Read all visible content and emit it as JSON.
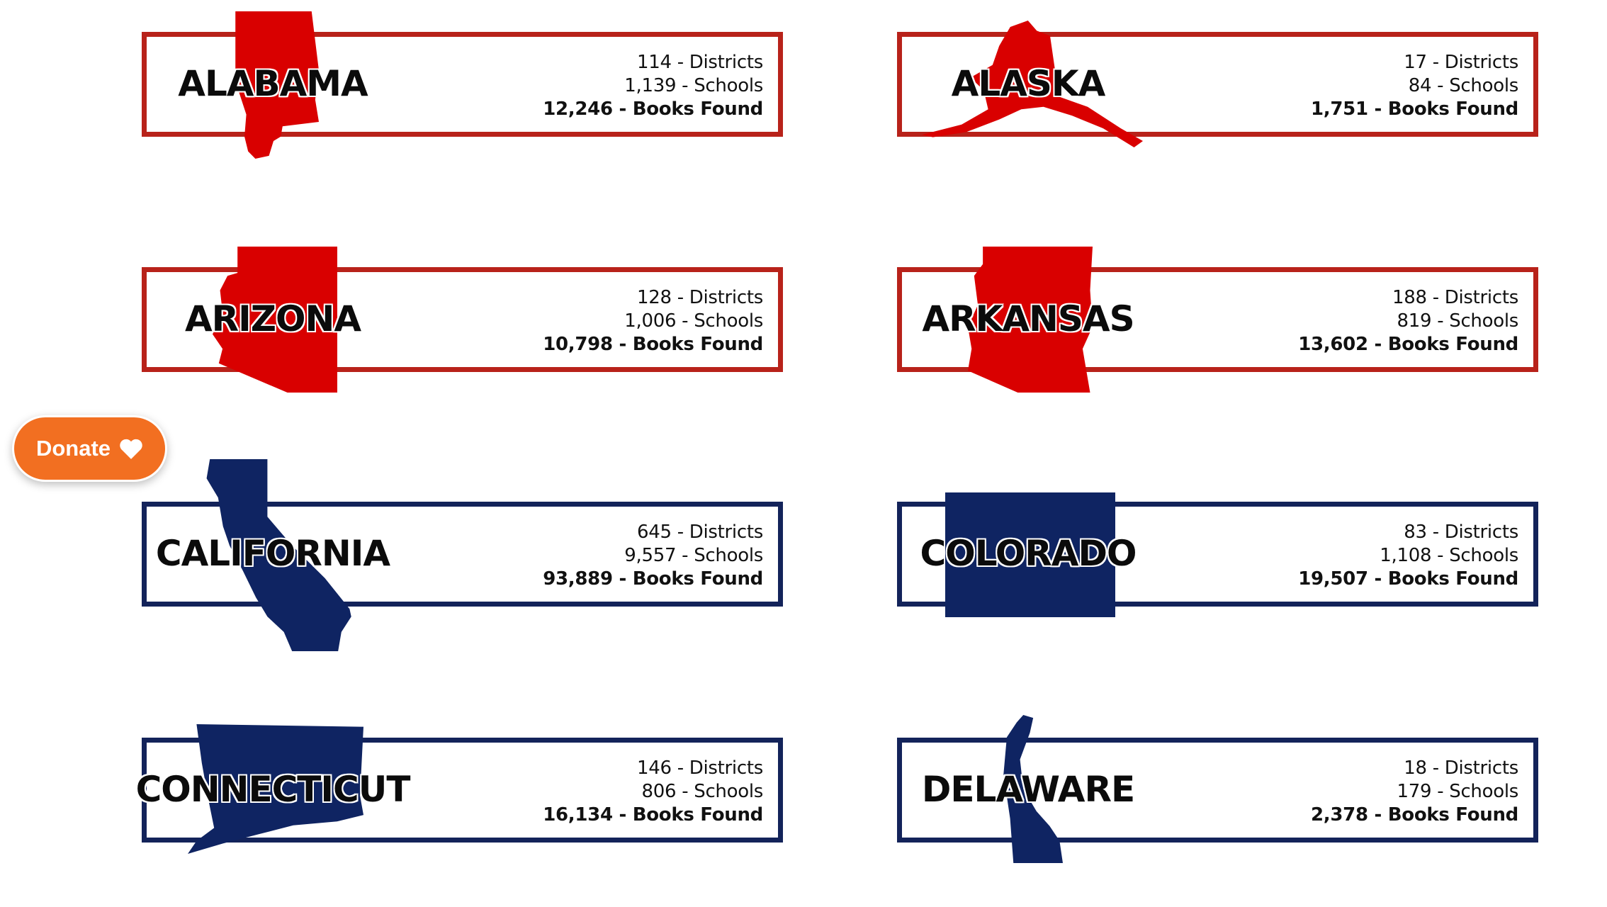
{
  "colors": {
    "red_fill": "#d90000",
    "red_border": "#b8221a",
    "blue_fill": "#0f2462",
    "blue_border": "#13235a",
    "donate": "#f26f21"
  },
  "donate": {
    "label": "Donate",
    "icon": "heart-icon"
  },
  "states": [
    {
      "name": "ALABAMA",
      "theme": "red",
      "districts": "114 - Districts",
      "schools": "1,139 - Schools",
      "books": "12,246 - Books Found"
    },
    {
      "name": "ALASKA",
      "theme": "red",
      "districts": "17 - Districts",
      "schools": "84 - Schools",
      "books": "1,751 - Books Found"
    },
    {
      "name": "ARIZONA",
      "theme": "red",
      "districts": "128 - Districts",
      "schools": "1,006 - Schools",
      "books": "10,798 - Books Found"
    },
    {
      "name": "ARKANSAS",
      "theme": "red",
      "districts": "188 - Districts",
      "schools": "819 - Schools",
      "books": "13,602 - Books Found"
    },
    {
      "name": "CALIFORNIA",
      "theme": "blue",
      "districts": "645 - Districts",
      "schools": "9,557 - Schools",
      "books": "93,889 - Books Found"
    },
    {
      "name": "COLORADO",
      "theme": "blue",
      "districts": "83 - Districts",
      "schools": "1,108 - Schools",
      "books": "19,507 - Books Found"
    },
    {
      "name": "CONNECTICUT",
      "theme": "blue",
      "districts": "146 - Districts",
      "schools": "806 - Schools",
      "books": "16,134 - Books Found"
    },
    {
      "name": "DELAWARE",
      "theme": "blue",
      "districts": "18 - Districts",
      "schools": "179 - Schools",
      "books": "2,378 - Books Found"
    }
  ]
}
